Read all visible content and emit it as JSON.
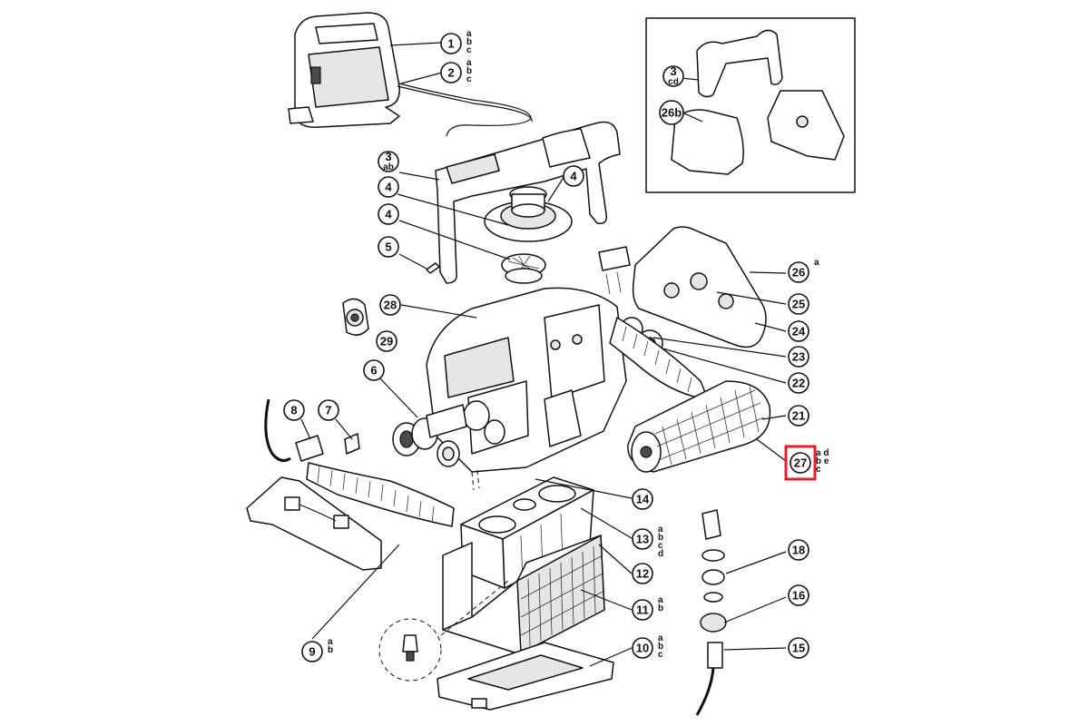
{
  "callouts": [
    {
      "id": "c1",
      "num": "1",
      "sub": "",
      "variants": [
        "a",
        "b",
        "c"
      ]
    },
    {
      "id": "c2",
      "num": "2",
      "sub": "",
      "variants": [
        "a",
        "b",
        "c"
      ]
    },
    {
      "id": "c3ab",
      "num": "3",
      "sub": "ab",
      "variants": []
    },
    {
      "id": "c4a",
      "num": "4",
      "sub": "",
      "variants": []
    },
    {
      "id": "c4b",
      "num": "4",
      "sub": "",
      "variants": []
    },
    {
      "id": "c4c",
      "num": "4",
      "sub": "",
      "variants": []
    },
    {
      "id": "c5",
      "num": "5",
      "sub": "",
      "variants": []
    },
    {
      "id": "c28",
      "num": "28",
      "sub": "",
      "variants": []
    },
    {
      "id": "c29",
      "num": "29",
      "sub": "",
      "variants": []
    },
    {
      "id": "c6",
      "num": "6",
      "sub": "",
      "variants": []
    },
    {
      "id": "c7",
      "num": "7",
      "sub": "",
      "variants": []
    },
    {
      "id": "c8",
      "num": "8",
      "sub": "",
      "variants": []
    },
    {
      "id": "c9",
      "num": "9",
      "sub": "",
      "variants": [
        "a",
        "b"
      ]
    },
    {
      "id": "c10",
      "num": "10",
      "sub": "",
      "variants": [
        "a",
        "b",
        "c"
      ]
    },
    {
      "id": "c11",
      "num": "11",
      "sub": "",
      "variants": [
        "a",
        "b"
      ]
    },
    {
      "id": "c12",
      "num": "12",
      "sub": "",
      "variants": []
    },
    {
      "id": "c13",
      "num": "13",
      "sub": "",
      "variants": [
        "a",
        "b",
        "c",
        "d"
      ]
    },
    {
      "id": "c14",
      "num": "14",
      "sub": "",
      "variants": []
    },
    {
      "id": "c15",
      "num": "15",
      "sub": "",
      "variants": []
    },
    {
      "id": "c16",
      "num": "16",
      "sub": "",
      "variants": []
    },
    {
      "id": "c18",
      "num": "18",
      "sub": "",
      "variants": []
    },
    {
      "id": "c21",
      "num": "21",
      "sub": "",
      "variants": []
    },
    {
      "id": "c22",
      "num": "22",
      "sub": "",
      "variants": []
    },
    {
      "id": "c23",
      "num": "23",
      "sub": "",
      "variants": []
    },
    {
      "id": "c24",
      "num": "24",
      "sub": "",
      "variants": []
    },
    {
      "id": "c25",
      "num": "25",
      "sub": "",
      "variants": []
    },
    {
      "id": "c26",
      "num": "26",
      "sub": "",
      "variants": [
        "a"
      ]
    },
    {
      "id": "c27",
      "num": "27",
      "sub": "",
      "variants": [
        "a d",
        "b e",
        "c"
      ]
    },
    {
      "id": "c3cd",
      "num": "3",
      "sub": "cd",
      "variants": []
    },
    {
      "id": "c26b",
      "num": "26b",
      "sub": "",
      "variants": []
    }
  ],
  "highlight_callout": "27",
  "colors": {
    "line": "#111111",
    "highlight": "#e0202a",
    "background": "#ffffff"
  }
}
